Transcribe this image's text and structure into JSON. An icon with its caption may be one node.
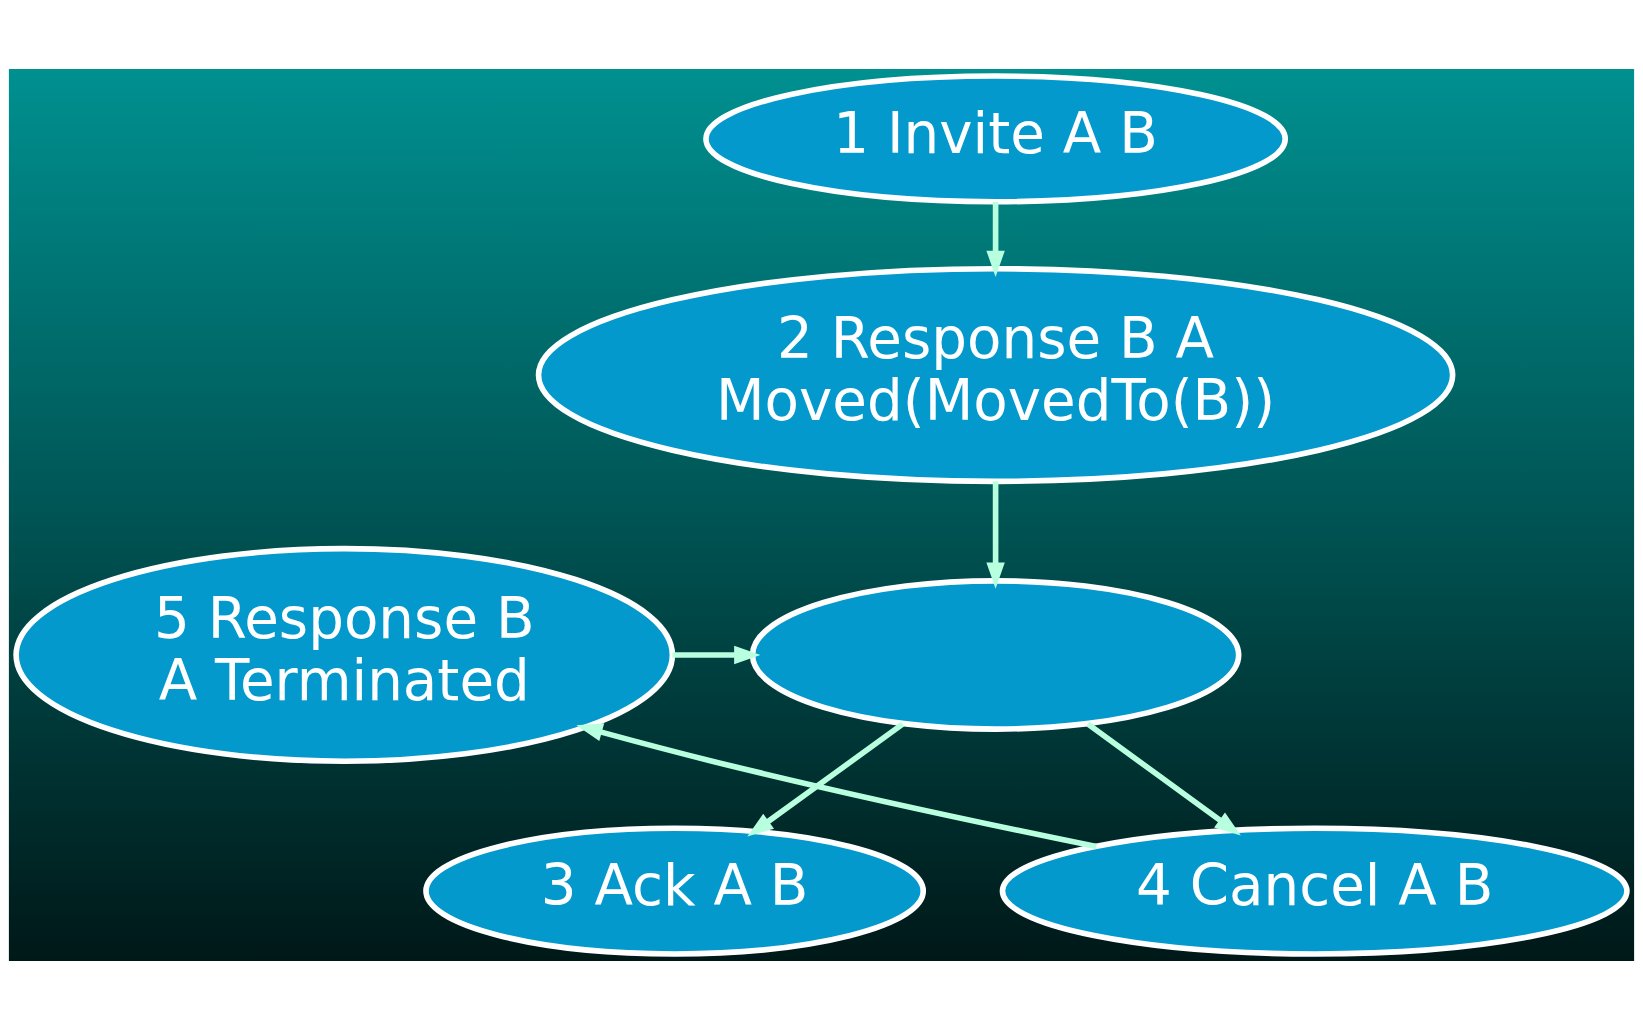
{
  "diagram": {
    "nodes": [
      {
        "text": [
          "1 Invite A B"
        ]
      },
      {
        "text": [
          "2 Response B A Moved(MovedTo(B))"
        ]
      },
      {
        "text": [],
        "shape": "ellipse"
      },
      {
        "text": [
          "5 Response B A Terminated"
        ]
      },
      {
        "text": [
          "3 Ack A B"
        ]
      },
      {
        "text": [
          "4 Cancel A B"
        ]
      }
    ],
    "edges": [
      {
        "from": 0,
        "to": 1,
        "arrow": "to"
      },
      {
        "from": 1,
        "to": 2,
        "arrow": "to"
      },
      {
        "from": 3,
        "to": 2,
        "arrow": "to"
      },
      {
        "from": 2,
        "to": 4,
        "arrow": "to"
      },
      {
        "from": 2,
        "to": 5,
        "arrow": "to"
      },
      {
        "from": 5,
        "to": 3,
        "arrow": "to"
      }
    ]
  }
}
